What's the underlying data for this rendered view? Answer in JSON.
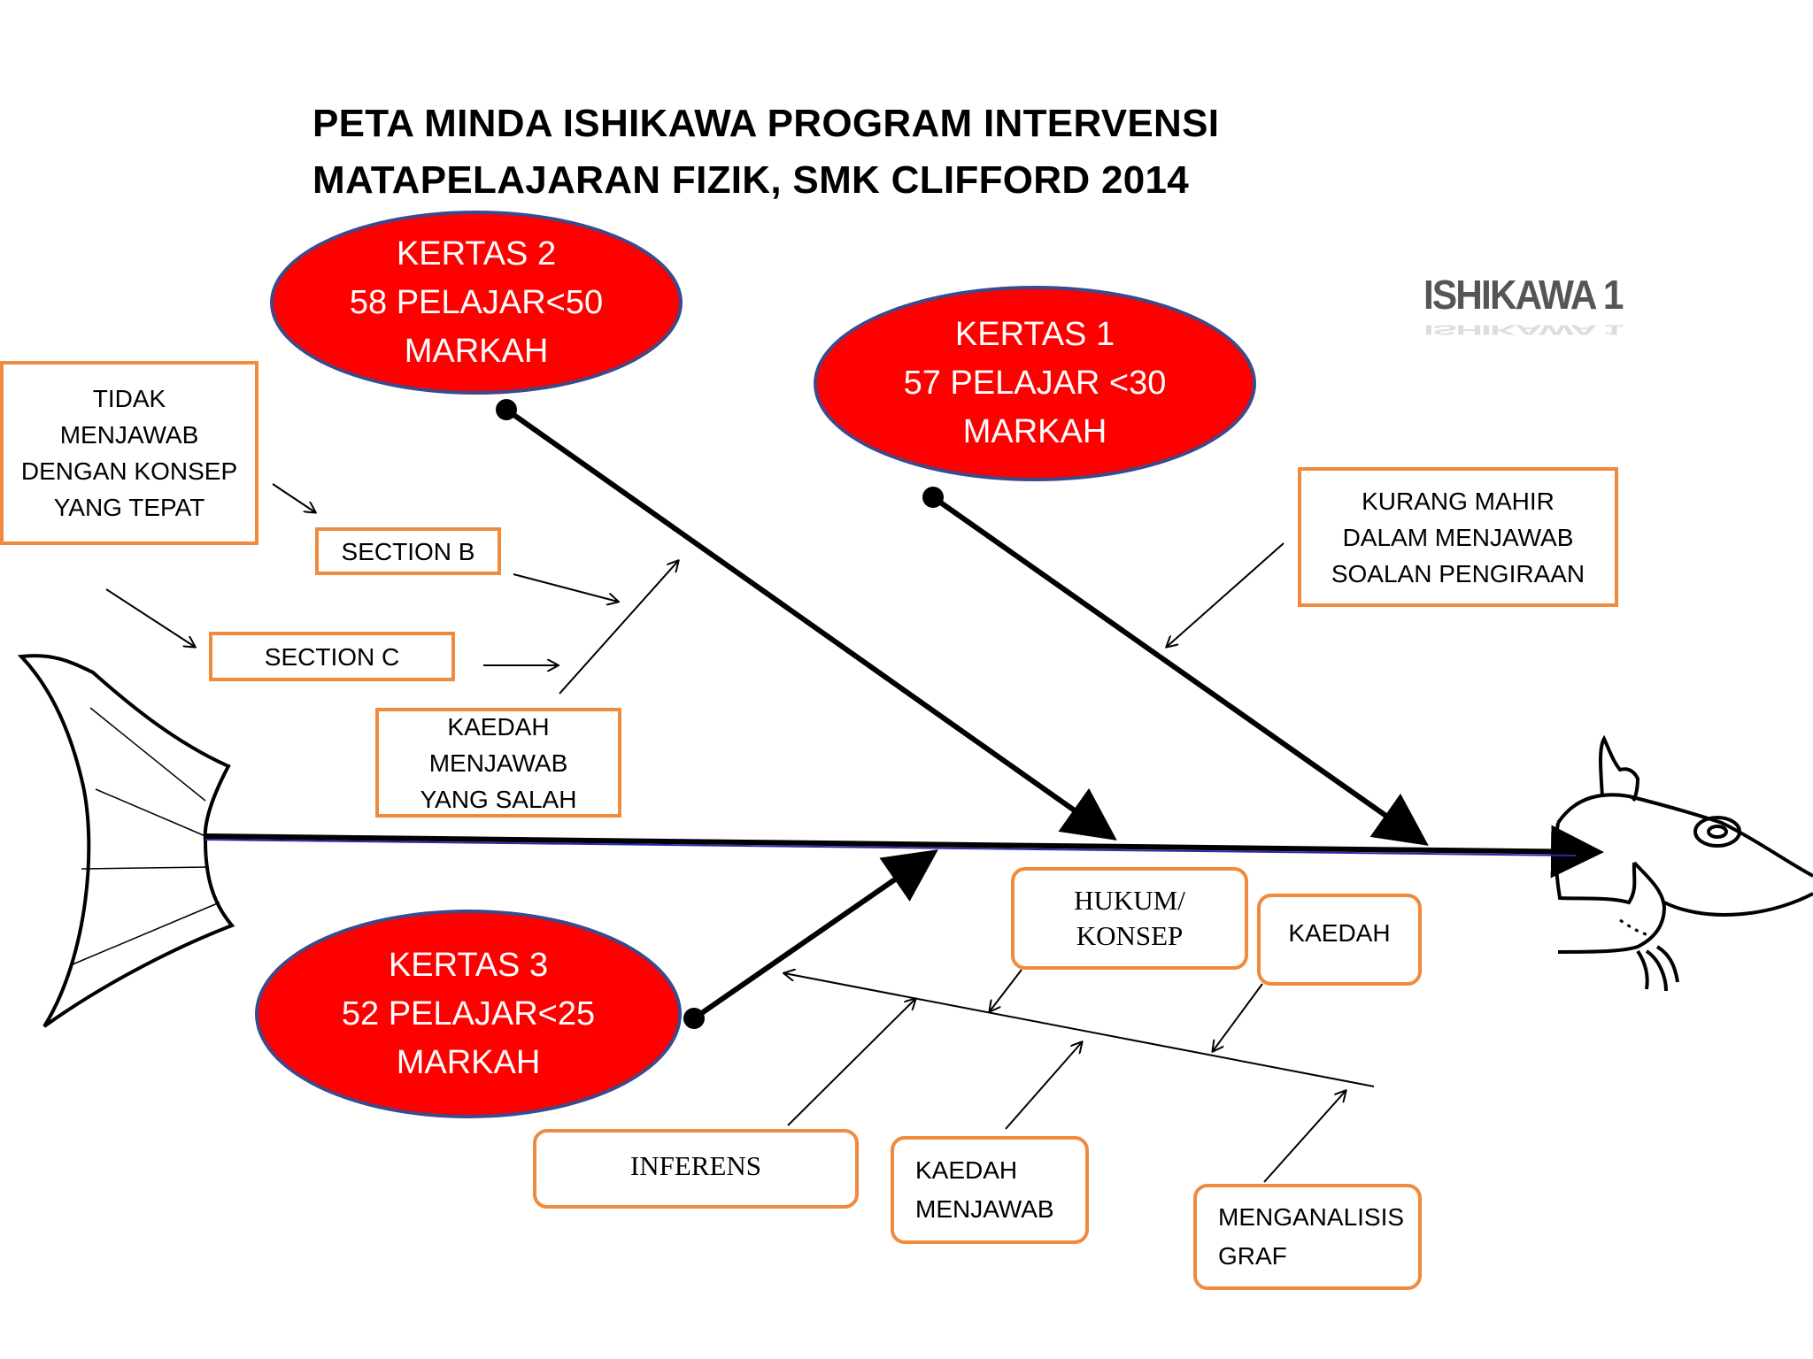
{
  "title": {
    "line1": "PETA MINDA ISHIKAWA PROGRAM INTERVENSI",
    "line2": "MATAPELAJARAN FIZIK, SMK CLIFFORD 2014"
  },
  "tag": "ISHIKAWA 1",
  "ellipses": {
    "kertas2": [
      "KERTAS 2",
      "58 PELAJAR<50",
      "MARKAH"
    ],
    "kertas1": [
      "KERTAS 1",
      "57 PELAJAR <30",
      "MARKAH"
    ],
    "kertas3": [
      "KERTAS 3",
      "52 PELAJAR<25",
      "MARKAH"
    ]
  },
  "boxes": {
    "tidak_menjawab": [
      "TIDAK",
      "MENJAWAB",
      "DENGAN KONSEP",
      "YANG TEPAT"
    ],
    "section_b": "SECTION B",
    "section_c": "SECTION C",
    "kaedah_salah": [
      "KAEDAH",
      "MENJAWAB",
      "YANG SALAH"
    ],
    "kurang_mahir": [
      "KURANG MAHIR",
      "DALAM MENJAWAB",
      "SOALAN PENGIRAAN"
    ],
    "hukum_konsep": [
      "HUKUM/",
      "KONSEP"
    ],
    "kaedah": "KAEDAH",
    "inferens": "INFERENS",
    "kaedah_menjawab": [
      "KAEDAH",
      "MENJAWAB"
    ],
    "menganalisis_graf": [
      "MENGANALISIS",
      "GRAF"
    ]
  },
  "colors": {
    "ellipse_fill": "#ff0000",
    "ellipse_border": "#3c4a8c",
    "box_border": "#f08a3c",
    "spine": "#000000"
  }
}
